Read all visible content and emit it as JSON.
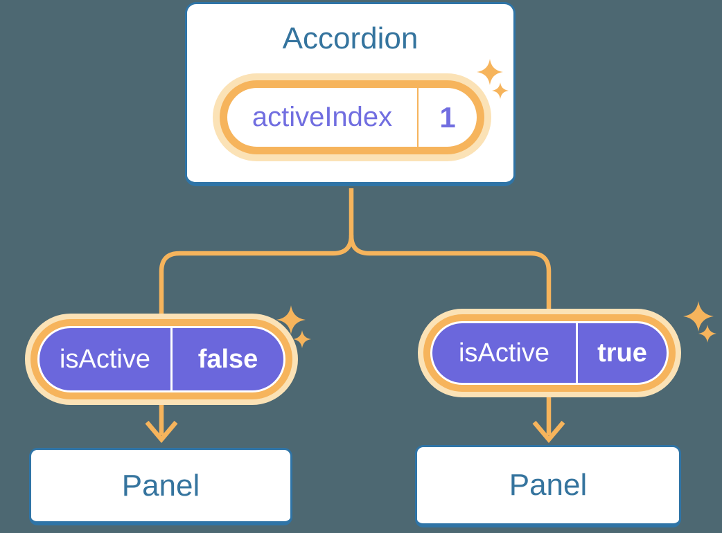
{
  "colors": {
    "bg": "#4D6872",
    "blue-border": "#2F74A6",
    "blue-text": "#35749E",
    "orange": "#F6B45C",
    "orange-halo": "#FBE2B6",
    "purple": "#6B67DC",
    "purple-text": "#716EE0",
    "white": "#FFFFFF"
  },
  "icons": {
    "sparkle": "four-point-star",
    "arrow": "chevron-down-arrow"
  },
  "diagram": {
    "accordion": {
      "title": "Accordion",
      "state": {
        "name": "activeIndex",
        "value": "1"
      }
    },
    "branches": [
      {
        "prop": {
          "name": "isActive",
          "value": "false"
        },
        "panel": {
          "title": "Panel"
        }
      },
      {
        "prop": {
          "name": "isActive",
          "value": "true"
        },
        "panel": {
          "title": "Panel"
        }
      }
    ]
  }
}
